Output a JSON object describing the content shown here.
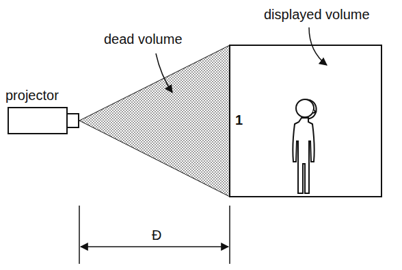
{
  "diagram": {
    "labels": [
      "displayed volume",
      "dead volume",
      "projector",
      "1",
      "Ð"
    ]
  }
}
